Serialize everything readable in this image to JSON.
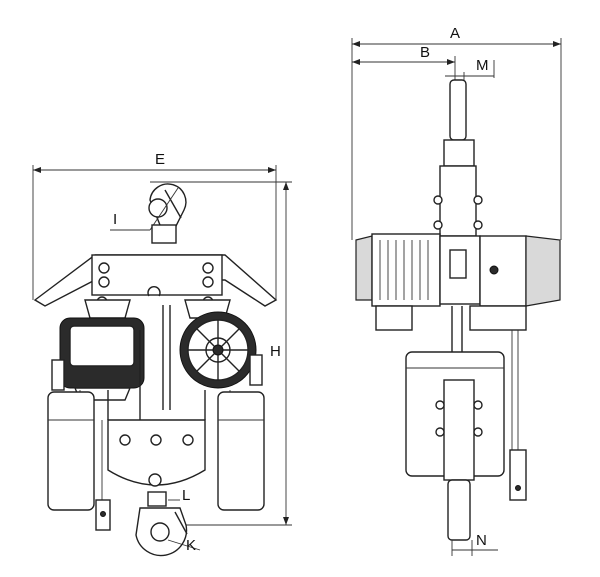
{
  "dimension_labels": {
    "A": "A",
    "B": "B",
    "M": "M",
    "E": "E",
    "I": "I",
    "H": "H",
    "L": "L",
    "K": "K",
    "N": "N"
  }
}
